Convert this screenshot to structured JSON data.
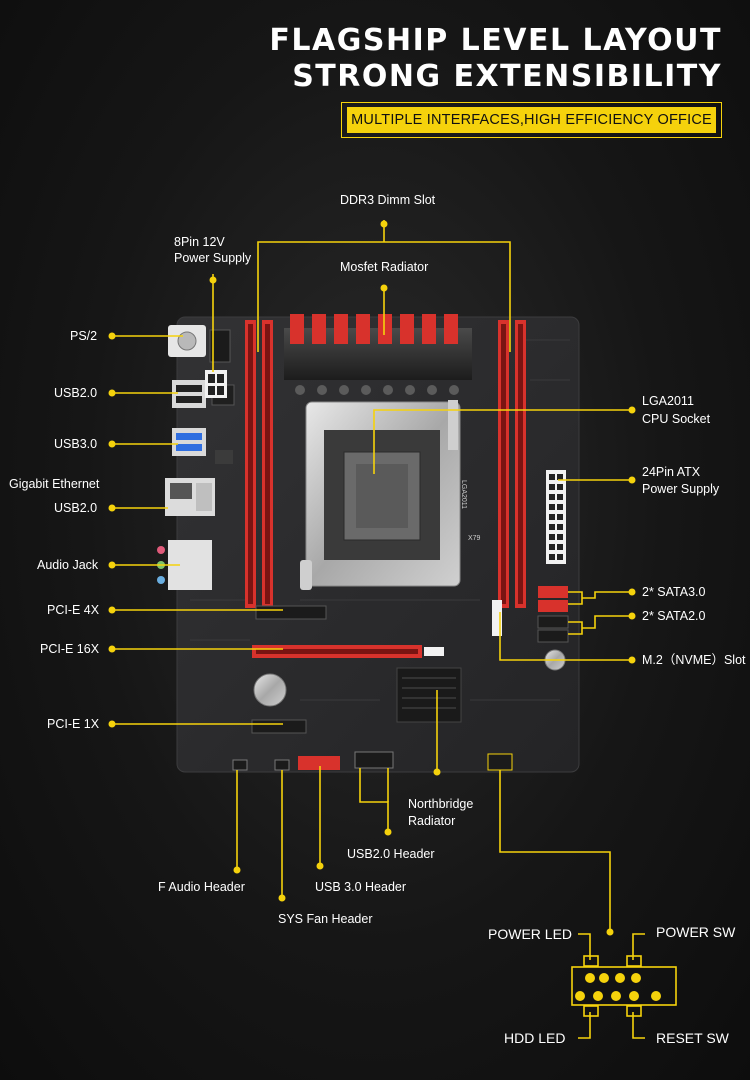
{
  "header": {
    "title_line1": "FLAGSHIP LEVEL LAYOUT",
    "title_line2": "STRONG  EXTENSIBILITY",
    "subtitle": "MULTIPLE INTERFACES,HIGH EFFICIENCY OFFICE"
  },
  "board_print": {
    "model": "X79",
    "socket_mark": "LGA2011"
  },
  "labels": {
    "ddr3": "DDR3 Dimm Slot",
    "pin8_line1": "8Pin 12V",
    "pin8_line2": "Power Supply",
    "mosfet": "Mosfet Radiator",
    "ps2": "PS/2",
    "usb20_a": "USB2.0",
    "usb30": "USB3.0",
    "ethernet": "Gigabit Ethernet",
    "usb20_b": "USB2.0",
    "audio": "Audio Jack",
    "pcie4x": "PCI-E 4X",
    "pcie16x": "PCI-E 16X",
    "pcie1x": "PCI-E 1X",
    "lga_line1": "LGA2011",
    "lga_line2": "CPU Socket",
    "atx_line1": "24Pin ATX",
    "atx_line2": "Power Supply",
    "sata3": "2* SATA3.0",
    "sata2": "2* SATA2.0",
    "m2": "M.2（NVME）Slot",
    "northbridge_line1": "Northbridge",
    "northbridge_line2": "Radiator",
    "usb20_header": "USB2.0 Header",
    "f_audio": "F Audio Header",
    "usb30_header": "USB 3.0 Header",
    "sys_fan": "SYS Fan Header",
    "power_led": "POWER LED",
    "power_sw": "POWER SW",
    "hdd_led": "HDD LED",
    "reset_sw": "RESET SW"
  },
  "colors": {
    "accent": "#f5d20c",
    "board": "#2b2b2d",
    "slot_red": "#d8322c",
    "background": "#161616"
  }
}
